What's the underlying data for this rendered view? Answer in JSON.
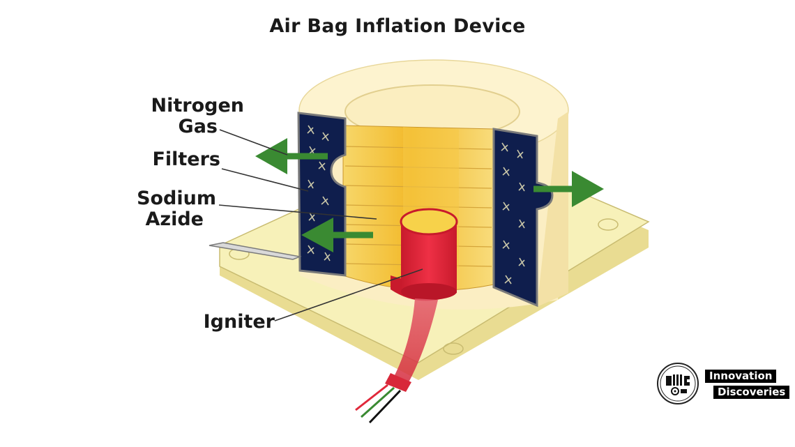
{
  "title": "Air Bag Inflation Device",
  "labels": {
    "nitrogen_line1": "Nitrogen",
    "nitrogen_line2": "Gas",
    "filters": "Filters",
    "sodium_line1": "Sodium",
    "sodium_line2": "Azide",
    "igniter": "Igniter"
  },
  "brand": {
    "line1": "Innovation",
    "line2": "Discoveries"
  },
  "colors": {
    "base_plate": "#f6f0b4",
    "canister": "#fbeec0",
    "filter_fill": "#0f1e4d",
    "azide_core": "#f4c23a",
    "igniter": "#e0283a",
    "arrow": "#3a8a32",
    "brand_bg": "#000000"
  }
}
